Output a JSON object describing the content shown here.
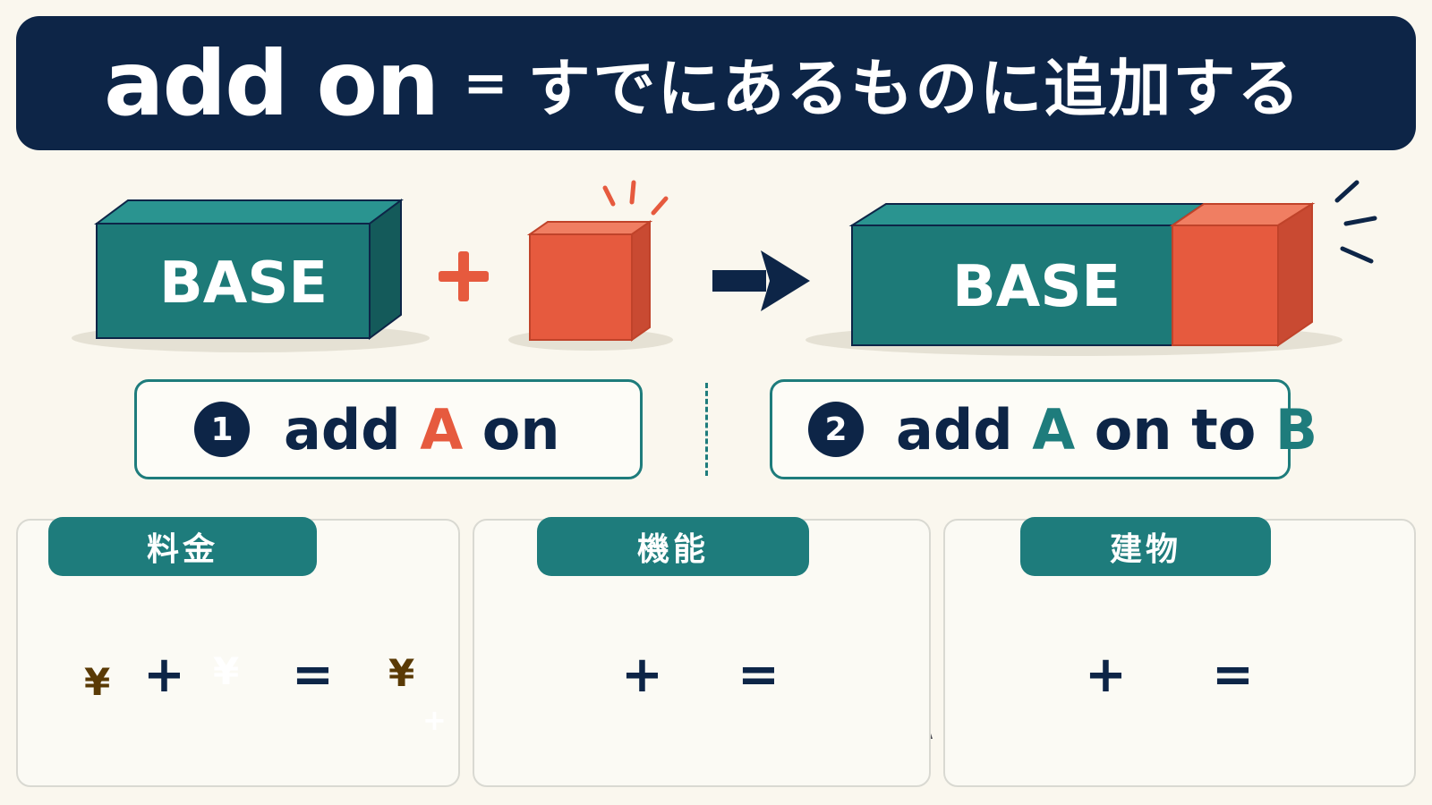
{
  "title": {
    "main": "add on",
    "separator": "=",
    "sub": "すでにあるものに追加する"
  },
  "blocks": {
    "base_label_left": "BASE",
    "base_label_right": "BASE",
    "plus": "+"
  },
  "labels": [
    {
      "number": "1",
      "pre": "add ",
      "highlight": "A",
      "post": " on",
      "post2": "",
      "highlight2": ""
    },
    {
      "number": "2",
      "pre": "add ",
      "highlight": "A",
      "post": " on to ",
      "highlight2": "B"
    }
  ],
  "panels": [
    {
      "tag": "料金",
      "coin_symbol": "¥",
      "ticket_symbol": "¥",
      "badge": "+"
    },
    {
      "tag": "機能"
    },
    {
      "tag": "建物"
    }
  ],
  "operators": {
    "plus": "+",
    "equals": "="
  },
  "colors": {
    "navy": "#0d2547",
    "teal": "#1e7c7c",
    "red": "#e65a3e",
    "gold": "#e8b52c",
    "blue": "#2f72c8",
    "background": "#faf7ee"
  }
}
